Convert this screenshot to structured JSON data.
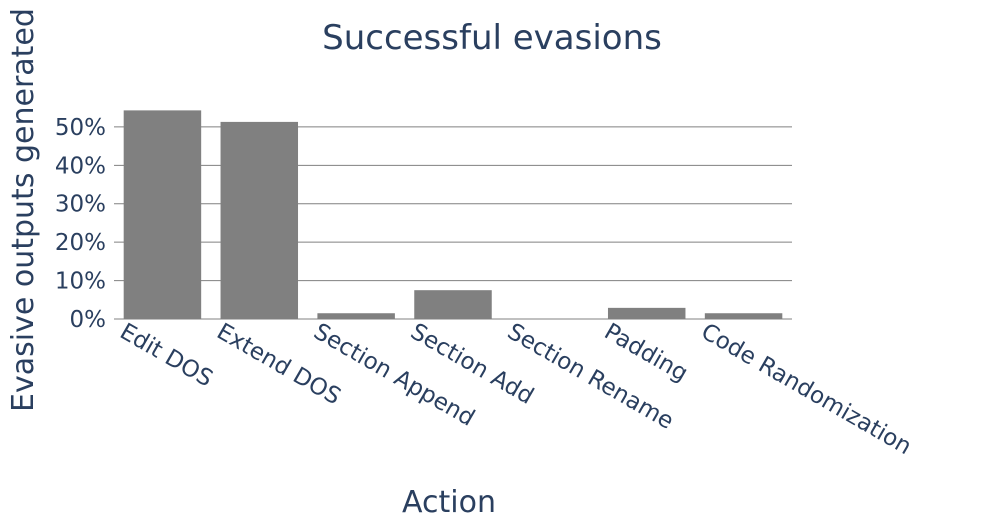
{
  "chart_data": {
    "type": "bar",
    "title": "Successful evasions",
    "xlabel": "Action",
    "ylabel": "Evasive outputs generated",
    "categories": [
      "Edit DOS",
      "Extend DOS",
      "Section Append",
      "Section Add",
      "Section Rename",
      "Padding",
      "Code Randomization"
    ],
    "values": [
      54.3,
      51.3,
      1.5,
      7.5,
      0.1,
      2.9,
      1.5
    ],
    "value_unit": "%",
    "ylim": [
      0,
      57
    ],
    "yticks": [
      0,
      10,
      20,
      30,
      40,
      50
    ],
    "ytick_labels": [
      "0%",
      "10%",
      "20%",
      "30%",
      "40%",
      "50%"
    ],
    "grid": true,
    "legend": "none",
    "colors": {
      "bar": "#808080",
      "text": "#2a3f5f",
      "grid": "#808080"
    }
  }
}
